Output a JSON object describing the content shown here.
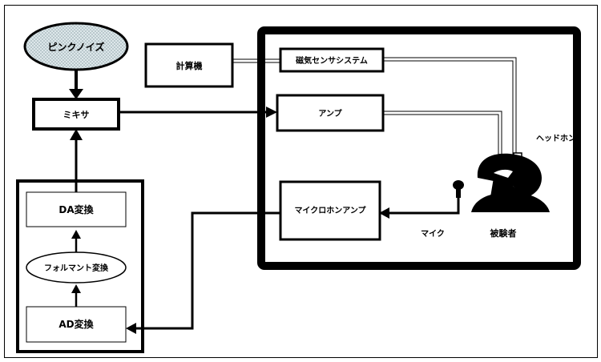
{
  "diagram": {
    "pink_noise": "ピンクノイズ",
    "mixer": "ミキサ",
    "da_conversion": "DA変換",
    "formant_conversion": "フォルマント変換",
    "ad_conversion": "AD変換",
    "computer": "計算機",
    "magnetic_sensor_system": "磁気センサシステム",
    "amplifier": "アンプ",
    "headphone": "ヘッドホン",
    "microphone_amplifier": "マイクロホンアンプ",
    "microphone": "マイク",
    "subject": "被験者"
  }
}
